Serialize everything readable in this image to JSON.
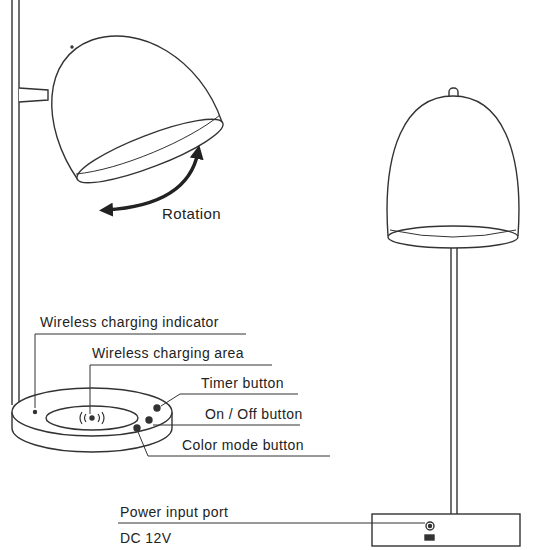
{
  "diagram": {
    "labels": [
      "Rotation",
      "Wireless charging indicator",
      "Wireless charging area",
      "Timer button",
      "On / Off button",
      "Color mode button",
      "Power input port",
      "DC 12V"
    ]
  }
}
